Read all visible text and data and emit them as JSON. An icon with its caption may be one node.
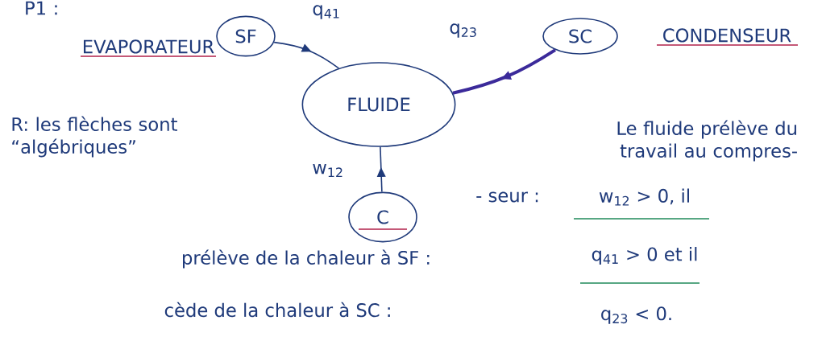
{
  "diagram": {
    "nodes": [
      {
        "text": [
          "SF"
        ],
        "beside": [
          "EVAPORATEUR"
        ]
      },
      {
        "text": [
          "FLUIDE"
        ]
      },
      {
        "text": [
          "SC"
        ],
        "beside": [
          "CONDENSEUR"
        ]
      },
      {
        "text": [
          "C"
        ]
      }
    ],
    "edges": [
      {
        "from": 0,
        "to": 1,
        "arrow": "to",
        "label": "q$_{41}$"
      },
      {
        "from": 2,
        "to": 1,
        "arrow": "to",
        "label": "q$_{23}$",
        "style": "thick",
        "color": "#3b2a9a"
      },
      {
        "from": 3,
        "to": 1,
        "arrow": "to",
        "label": "w$_{12}$"
      }
    ],
    "labels": [
      "P1 :",
      "R: les flèches sont “algébriques”",
      "Le fluide prélève du travail au compres-",
      "- seur :",
      "w$_{12}$ > 0, il",
      "prélève de la chaleur à SF :",
      "q$_{41}$ > 0 et il",
      "cède de la chaleur à SC :",
      "q$_{23}$ < 0."
    ]
  }
}
